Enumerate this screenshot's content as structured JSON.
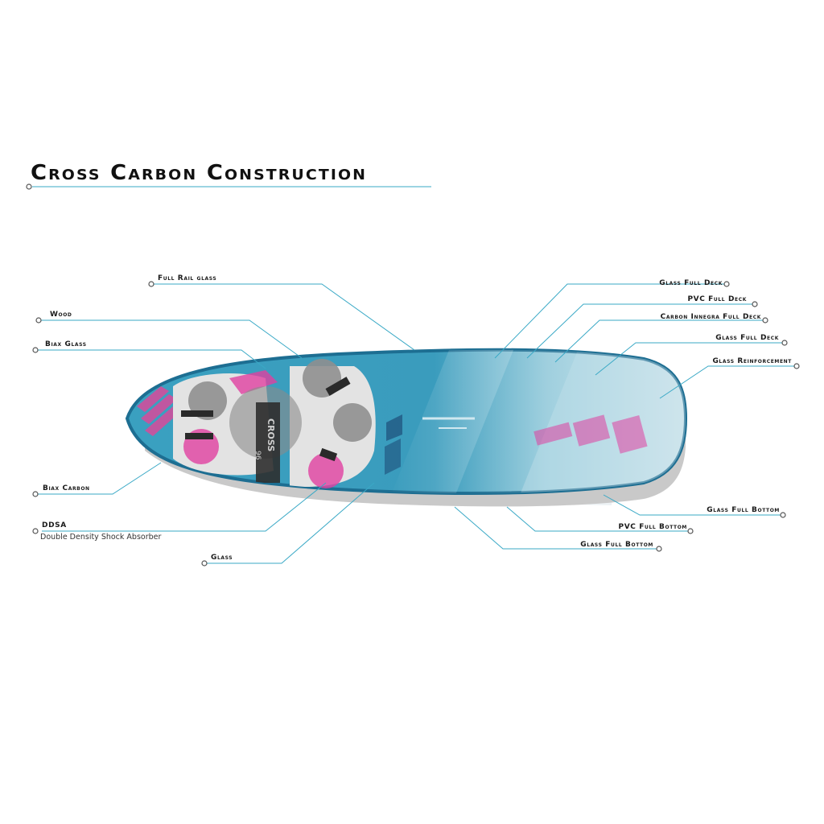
{
  "title": "Cross Carbon Construction",
  "board_text": {
    "model": "CROSS",
    "size": "96"
  },
  "colors": {
    "board_blue": "#2f8fb0",
    "rail_blue": "#1d6e92",
    "accent_pink": "#e040a0",
    "leader_line": "#3aa9c6",
    "title_rule": "#3aa9c6",
    "deck_pad": "#e3e3e3"
  },
  "callouts_left": [
    {
      "id": "full-rail-glass",
      "label": "Full Rail glass"
    },
    {
      "id": "wood",
      "label": "Wood"
    },
    {
      "id": "biax-glass",
      "label": "Biax Glass"
    },
    {
      "id": "biax-carbon",
      "label": "Biax Carbon"
    },
    {
      "id": "ddsa",
      "label": "DDSA",
      "sublabel": "Double Density Shock Absorber"
    },
    {
      "id": "glass",
      "label": "Glass"
    }
  ],
  "callouts_right": [
    {
      "id": "glass-full-deck-1",
      "label": "Glass Full Deck"
    },
    {
      "id": "pvc-full-deck",
      "label": "PVC Full Deck"
    },
    {
      "id": "carbon-innegra-full-deck",
      "label": "Carbon Innegra Full Deck"
    },
    {
      "id": "glass-full-deck-2",
      "label": "Glass Full Deck"
    },
    {
      "id": "glass-reinforcement",
      "label": "Glass Reinforcement"
    },
    {
      "id": "glass-full-bottom-1",
      "label": "Glass Full Bottom"
    },
    {
      "id": "pvc-full-bottom",
      "label": "PVC Full Bottom"
    },
    {
      "id": "glass-full-bottom-2",
      "label": "Glass Full Bottom"
    }
  ]
}
